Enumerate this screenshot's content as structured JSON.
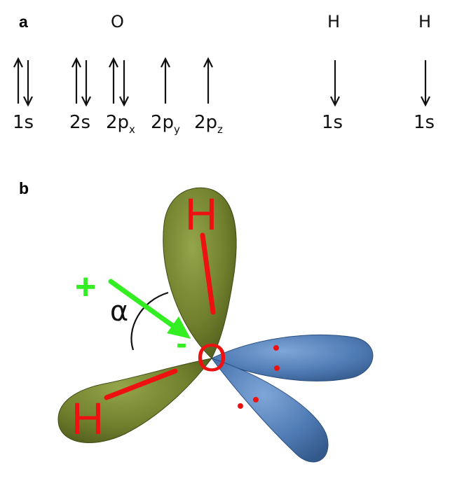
{
  "panel_a": {
    "label": "a",
    "atoms": [
      "O",
      "H",
      "H"
    ],
    "orbitals": [
      {
        "main": "1s",
        "sub": "",
        "electrons": [
          "up",
          "down"
        ]
      },
      {
        "main": "2s",
        "sub": "",
        "electrons": [
          "up",
          "down"
        ]
      },
      {
        "main": "2p",
        "sub": "x",
        "electrons": [
          "up",
          "down"
        ]
      },
      {
        "main": "2p",
        "sub": "y",
        "electrons": [
          "up"
        ]
      },
      {
        "main": "2p",
        "sub": "z",
        "electrons": [
          "up"
        ]
      },
      {
        "main": "1s",
        "sub": "",
        "electrons": [
          "down"
        ]
      },
      {
        "main": "1s",
        "sub": "",
        "electrons": [
          "down"
        ]
      }
    ]
  },
  "panel_b": {
    "label": "b",
    "hydrogen_label": "H",
    "oxygen_label": "O",
    "plus_sign": "+",
    "minus_sign": "-",
    "angle_symbol": "α",
    "colors": {
      "bonding_lobe": "#6f7f2c",
      "lone_pair_lobe": "#4f7bb4",
      "atom_labels": "#ee1111",
      "dipole_arrow": "#33ee22"
    }
  }
}
